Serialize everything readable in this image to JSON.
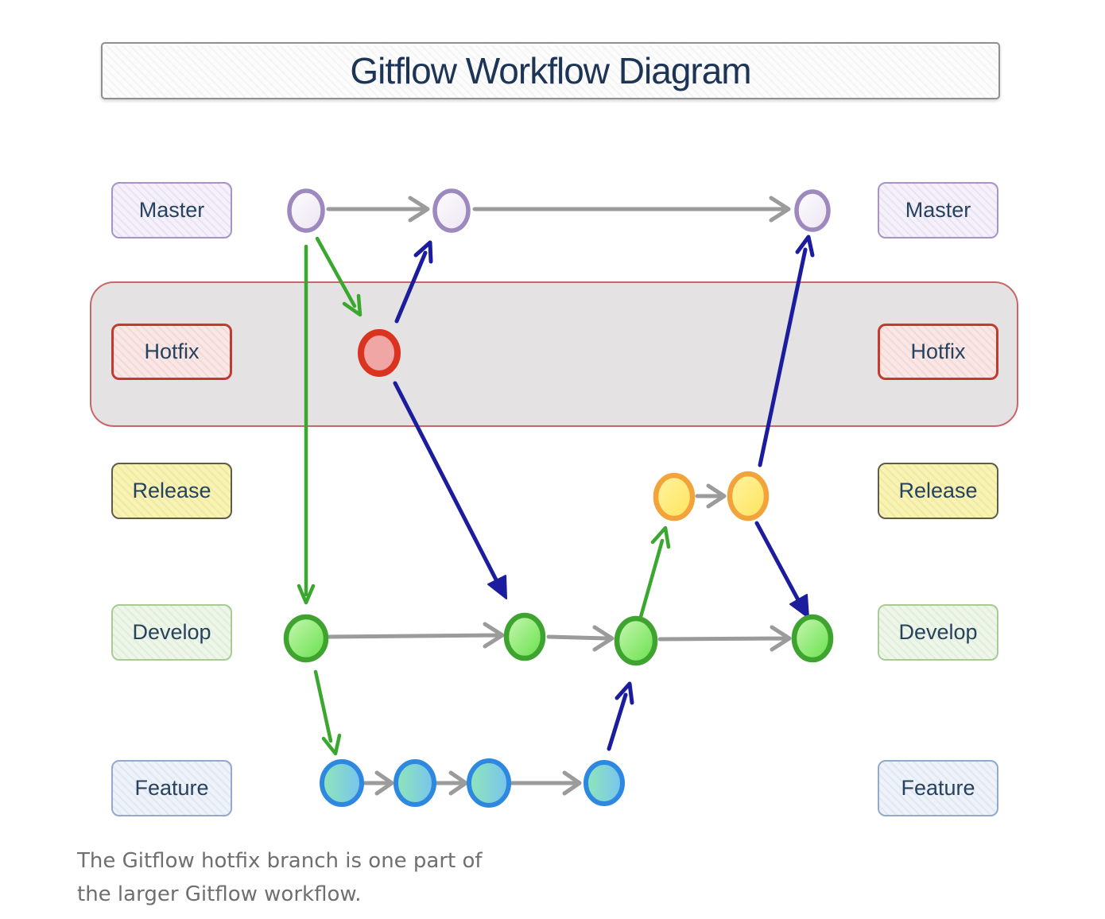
{
  "title": "Gitflow Workflow Diagram",
  "caption": "The Gitflow hotfix branch is one part of the larger Gitflow workflow.",
  "branches": [
    {
      "id": "master",
      "label": "Master",
      "node_border": "#9d89be",
      "node_fill": "#f6f2fa",
      "label_border": "#a694c6",
      "label_fill": "#f5f1fa"
    },
    {
      "id": "hotfix",
      "label": "Hotfix",
      "node_border": "#da3420",
      "node_fill": "#efa6a4",
      "label_border": "#c23b2e",
      "label_fill": "#f8e7e5"
    },
    {
      "id": "release",
      "label": "Release",
      "node_border": "#f2a33c",
      "node_fill": "#ffe866",
      "label_border": "#5f5c49",
      "label_fill": "#f8f3b4"
    },
    {
      "id": "develop",
      "label": "Develop",
      "node_border": "#3fa32f",
      "node_fill": "#8ce567",
      "label_border": "#a9cc97",
      "label_fill": "#eef5e9"
    },
    {
      "id": "feature",
      "label": "Feature",
      "node_border": "#2e88e0",
      "node_fill": "#86d4d6",
      "label_border": "#93a9cd",
      "label_fill": "#eef2f9"
    }
  ],
  "highlight": {
    "row": "hotfix",
    "fill": "#e4e2e2",
    "border": "#c9666a"
  },
  "graph": {
    "nodes": [
      {
        "id": "master-1",
        "branch": "master"
      },
      {
        "id": "master-2",
        "branch": "master"
      },
      {
        "id": "master-3",
        "branch": "master"
      },
      {
        "id": "hotfix-1",
        "branch": "hotfix"
      },
      {
        "id": "release-1",
        "branch": "release"
      },
      {
        "id": "release-2",
        "branch": "release"
      },
      {
        "id": "develop-1",
        "branch": "develop"
      },
      {
        "id": "develop-2",
        "branch": "develop"
      },
      {
        "id": "develop-3",
        "branch": "develop"
      },
      {
        "id": "develop-4",
        "branch": "develop"
      },
      {
        "id": "feature-1",
        "branch": "feature"
      },
      {
        "id": "feature-2",
        "branch": "feature"
      },
      {
        "id": "feature-3",
        "branch": "feature"
      },
      {
        "id": "feature-4",
        "branch": "feature"
      }
    ],
    "edges": [
      {
        "from": "master-1",
        "to": "master-2",
        "type": "commit",
        "color": "#9b9b9b"
      },
      {
        "from": "master-2",
        "to": "master-3",
        "type": "commit",
        "color": "#9b9b9b"
      },
      {
        "from": "master-1",
        "to": "hotfix-1",
        "type": "branch",
        "color": "#3aa82f"
      },
      {
        "from": "master-1",
        "to": "develop-1",
        "type": "branch",
        "color": "#3aa82f"
      },
      {
        "from": "hotfix-1",
        "to": "master-2",
        "type": "merge",
        "color": "#1c1c9e"
      },
      {
        "from": "hotfix-1",
        "to": "develop-2",
        "type": "merge",
        "color": "#1c1c9e"
      },
      {
        "from": "develop-1",
        "to": "develop-2",
        "type": "commit",
        "color": "#9b9b9b"
      },
      {
        "from": "develop-2",
        "to": "develop-3",
        "type": "commit",
        "color": "#9b9b9b"
      },
      {
        "from": "develop-3",
        "to": "develop-4",
        "type": "commit",
        "color": "#9b9b9b"
      },
      {
        "from": "develop-1",
        "to": "feature-1",
        "type": "branch",
        "color": "#3aa82f"
      },
      {
        "from": "feature-1",
        "to": "feature-2",
        "type": "commit",
        "color": "#9b9b9b"
      },
      {
        "from": "feature-2",
        "to": "feature-3",
        "type": "commit",
        "color": "#9b9b9b"
      },
      {
        "from": "feature-3",
        "to": "feature-4",
        "type": "commit",
        "color": "#9b9b9b"
      },
      {
        "from": "feature-4",
        "to": "develop-3",
        "type": "merge",
        "color": "#1c1c9e"
      },
      {
        "from": "develop-3",
        "to": "release-1",
        "type": "branch",
        "color": "#3aa82f"
      },
      {
        "from": "release-1",
        "to": "release-2",
        "type": "commit",
        "color": "#9b9b9b"
      },
      {
        "from": "release-2",
        "to": "master-3",
        "type": "merge",
        "color": "#1c1c9e"
      },
      {
        "from": "release-2",
        "to": "develop-4",
        "type": "merge",
        "color": "#1c1c9e"
      }
    ]
  },
  "colors": {
    "title_text": "#1c3557",
    "label_text": "#26425e",
    "caption_text": "#6f6f6f",
    "arrow_gray": "#9b9b9b",
    "arrow_green": "#3aa82f",
    "arrow_blue": "#1c1c9e",
    "background": "#ffffff"
  }
}
